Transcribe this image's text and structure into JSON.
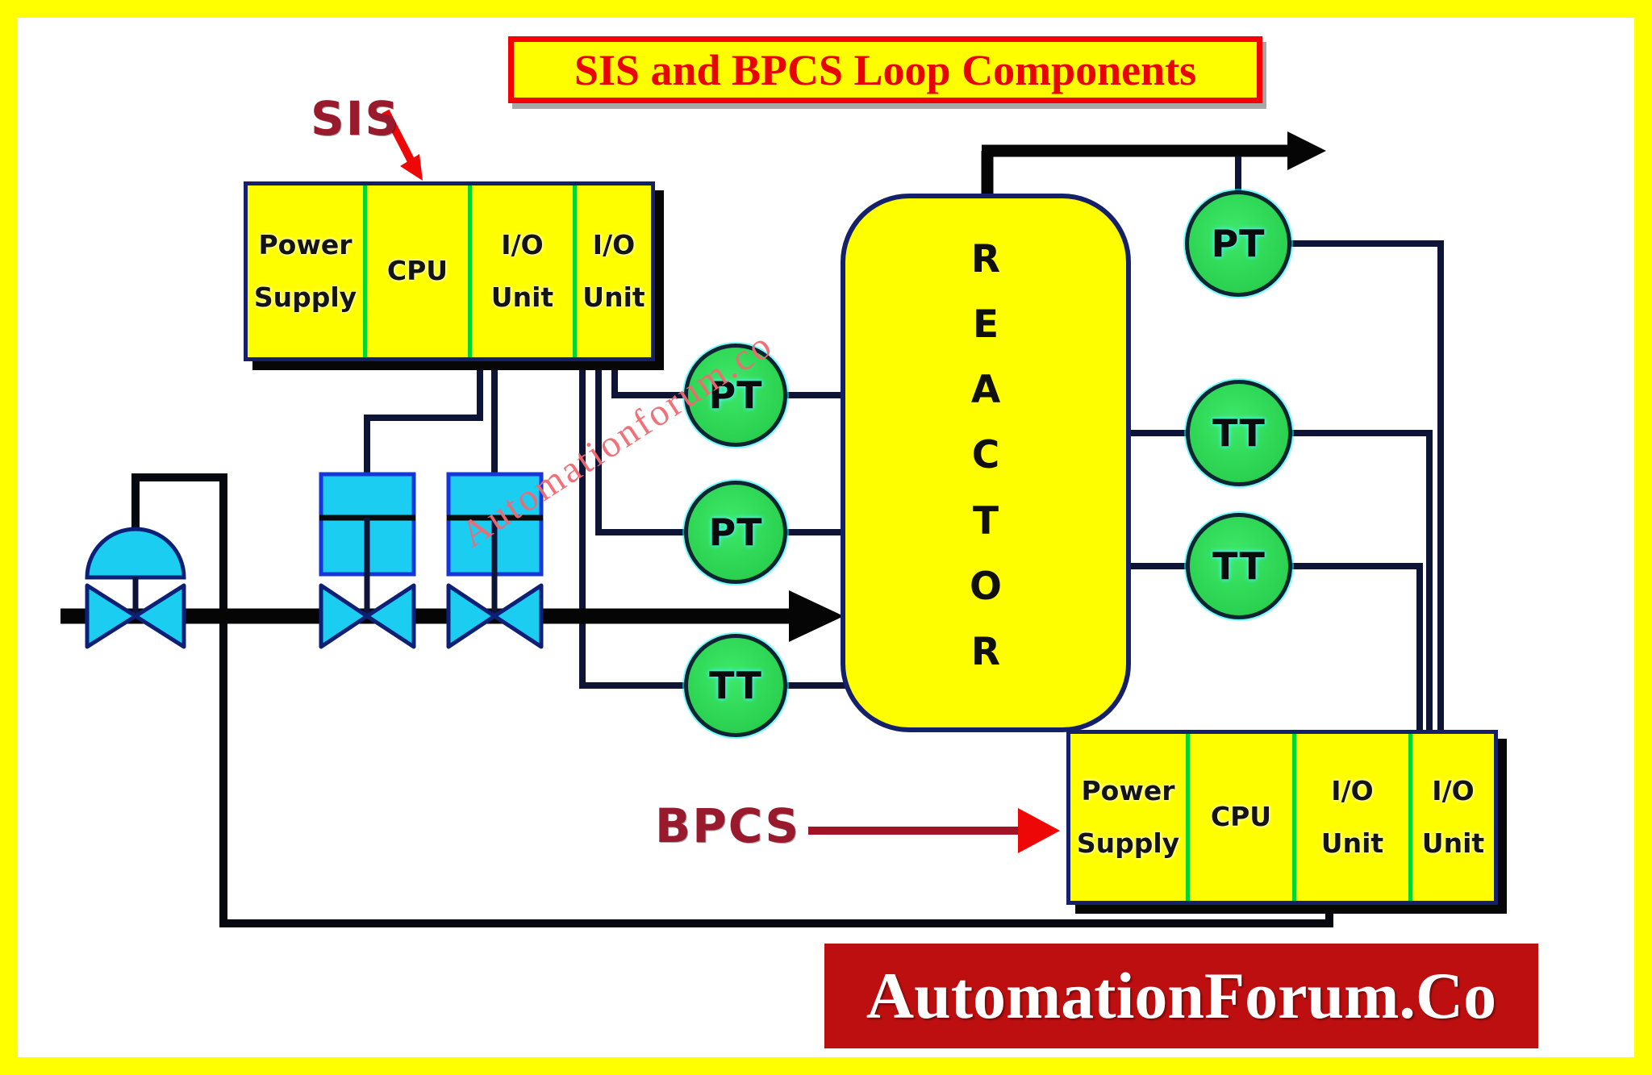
{
  "colors": {
    "frame": "#ffff00",
    "title_text": "#e80404",
    "title_border": "#f40000",
    "box_fill": "#fffe00",
    "box_border": "#15206b",
    "divider": "#03d62f",
    "wire": "#0d1436",
    "pipe": "#050505",
    "instrument_fill": "#2bd150",
    "valve_fill": "#1ccdf2",
    "valve_border": "#1636d8",
    "label_dark_red": "#981a2c",
    "arrow_red": "#ee0707",
    "banner_bg": "#bd0f10",
    "banner_text": "#ffffff",
    "watermark": "#f06a72"
  },
  "title": {
    "text": "SIS and BPCS Loop Components"
  },
  "sis": {
    "label": "SIS",
    "compartments": [
      "Power Supply",
      "CPU",
      "I/O Unit",
      "I/O Unit"
    ]
  },
  "bpcs": {
    "label": "BPCS",
    "compartments": [
      "Power Supply",
      "CPU",
      "I/O Unit",
      "I/O Unit"
    ]
  },
  "reactor": {
    "letters": [
      "R",
      "E",
      "A",
      "C",
      "T",
      "O",
      "R"
    ]
  },
  "instruments": {
    "pt1": {
      "label": "PT"
    },
    "pt2": {
      "label": "PT"
    },
    "tt1": {
      "label": "TT"
    },
    "pt3": {
      "label": "PT"
    },
    "tt2": {
      "label": "TT"
    },
    "tt3": {
      "label": "TT"
    }
  },
  "watermark": {
    "text": "Automationforum.co"
  },
  "banner": {
    "text": "AutomationForum.Co"
  }
}
